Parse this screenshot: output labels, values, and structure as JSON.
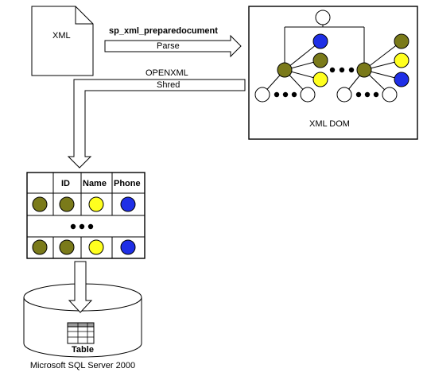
{
  "xml_document": {
    "label": "XML"
  },
  "parse_step": {
    "procedure": "sp_xml_preparedocument",
    "action": "Parse"
  },
  "shred_step": {
    "function": "OPENXML",
    "action": "Shred"
  },
  "dom_panel": {
    "label": "XML DOM"
  },
  "table_grid": {
    "headers": [
      "",
      "ID",
      "Name",
      "Phone"
    ],
    "rows": [
      [
        "olive",
        "olive",
        "yellow",
        "blue"
      ],
      [
        "ellipsis"
      ],
      [
        "olive",
        "olive",
        "yellow",
        "blue"
      ]
    ]
  },
  "database": {
    "table_label": "Table",
    "server_label": "Microsoft SQL Server 2000"
  },
  "colors": {
    "olive": "#7a7a1a",
    "yellow": "#ffff1f",
    "blue": "#1f2fe6",
    "white": "#ffffff",
    "stroke": "#000000"
  }
}
